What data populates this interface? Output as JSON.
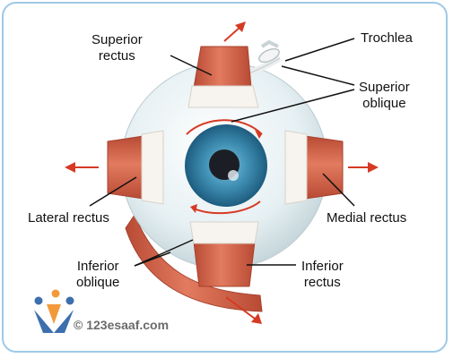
{
  "labels": {
    "superior_rectus": [
      "Superior",
      "rectus"
    ],
    "trochlea": "Trochlea",
    "superior_oblique": [
      "Superior",
      "oblique"
    ],
    "lateral_rectus": "Lateral rectus",
    "medial_rectus": "Medial rectus",
    "inferior_oblique": [
      "Inferior",
      "oblique"
    ],
    "inferior_rectus": [
      "Inferior",
      "rectus"
    ]
  },
  "watermark": {
    "text": "© 123esaaf.com"
  },
  "colors": {
    "muscle": "#d9694f",
    "muscle_dark": "#b84a34",
    "tendon": "#f3efe9",
    "sclera": "#e4eef1",
    "iris": "#3f8fb3",
    "pupil": "#1b1f25",
    "arrow": "#d63a24",
    "frame": "#9ec9e8"
  }
}
